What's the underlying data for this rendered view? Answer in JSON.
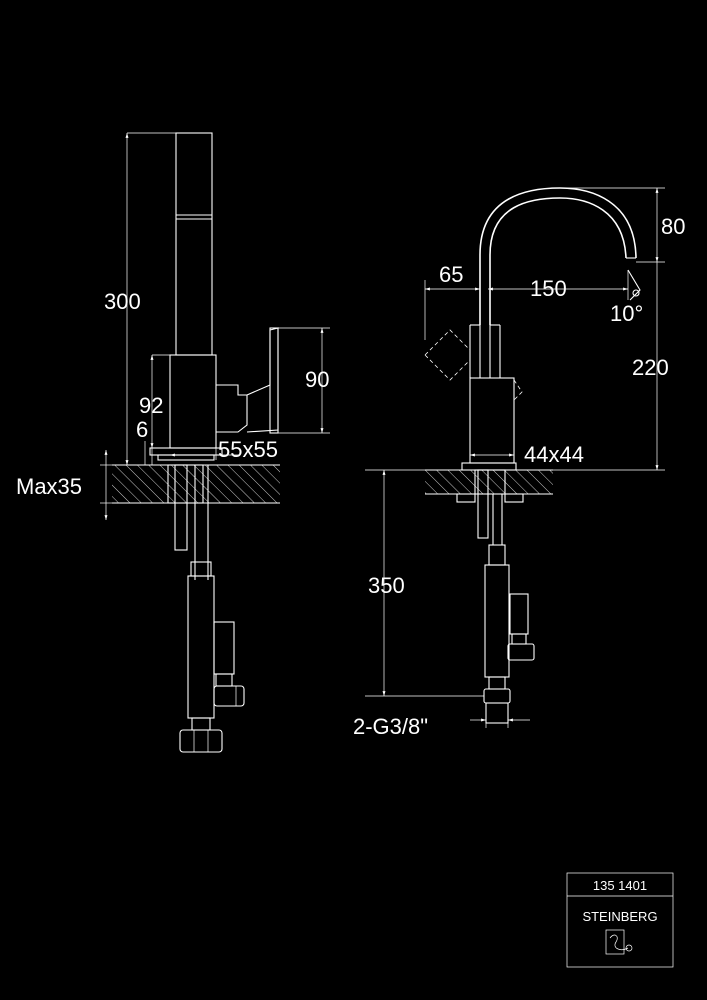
{
  "dimensions": {
    "left": {
      "height_total": "300",
      "height_body": "92",
      "offset": "6",
      "base": "55x55",
      "lever": "90",
      "max_deck": "Max35"
    },
    "right": {
      "spout_rise": "80",
      "offset": "65",
      "reach": "150",
      "angle": "10°",
      "spout_height": "220",
      "base": "44x44",
      "hose_length": "350",
      "connection": "2-G3/8\""
    }
  },
  "titleblock": {
    "code": "135 1401",
    "brand": "STEINBERG"
  },
  "colors": {
    "background": "#000000",
    "line": "#ffffff"
  }
}
